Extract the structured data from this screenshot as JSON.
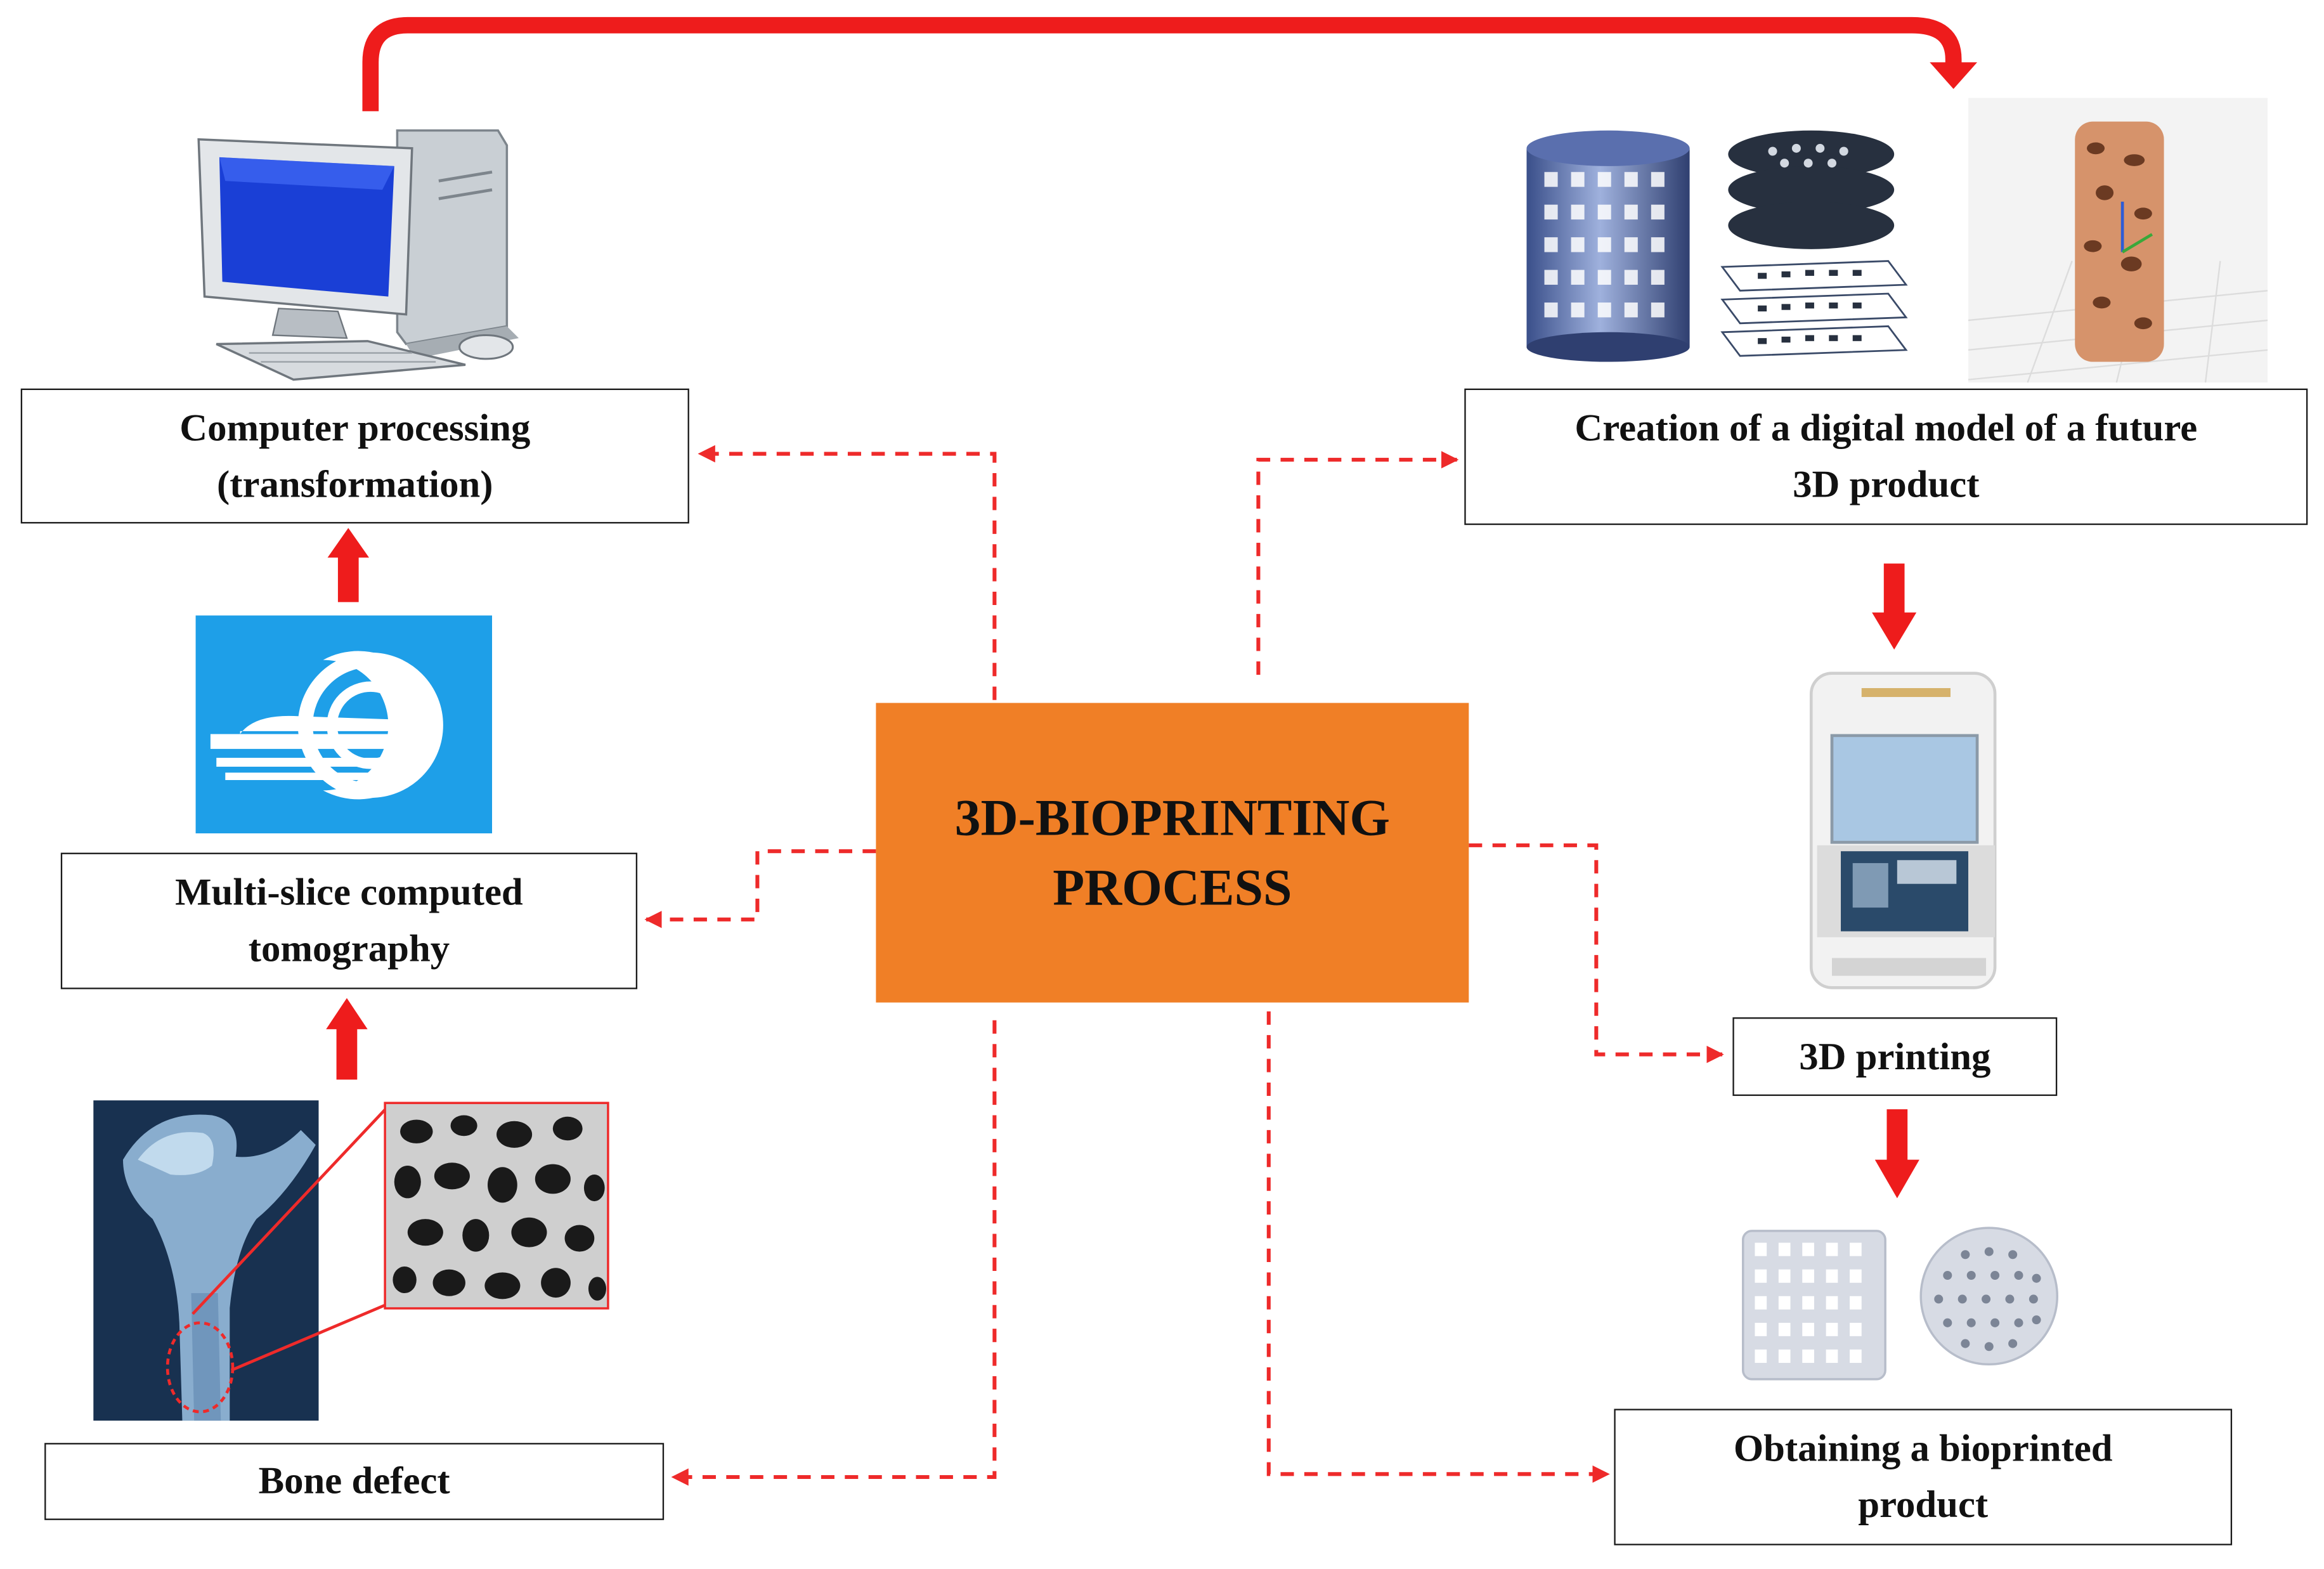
{
  "center": {
    "line1": "3D-BIOPRINTING",
    "line2": "PROCESS"
  },
  "steps": {
    "computer_processing": {
      "line1": "Computer processing",
      "line2": "(transformation)"
    },
    "multi_slice_ct": {
      "line1": "Multi-slice computed",
      "line2": "tomography"
    },
    "bone_defect": {
      "line1": "Bone defect"
    },
    "digital_model": {
      "line1": "Creation of a digital model of a future",
      "line2": "3D product"
    },
    "printing": {
      "line1": "3D printing"
    },
    "bioprinted_product": {
      "line1": "Obtaining a bioprinted",
      "line2": "product"
    }
  },
  "colors": {
    "arrow_red": "#ee1c1c",
    "dashed_red": "#ee2a2a",
    "center_orange": "#f07f26",
    "ct_tile_blue": "#1e9fe8"
  },
  "illustrations": [
    "desktop-computer-icon",
    "ct-scanner-icon",
    "femur-xray-image",
    "trabecular-bone-microscopy-image",
    "cylindrical-scaffold-model-image",
    "sliced-layers-model-image",
    "porous-scaffold-render-image",
    "bioprinter-machine-image",
    "printed-scaffold-side-image",
    "printed-scaffold-top-image"
  ]
}
